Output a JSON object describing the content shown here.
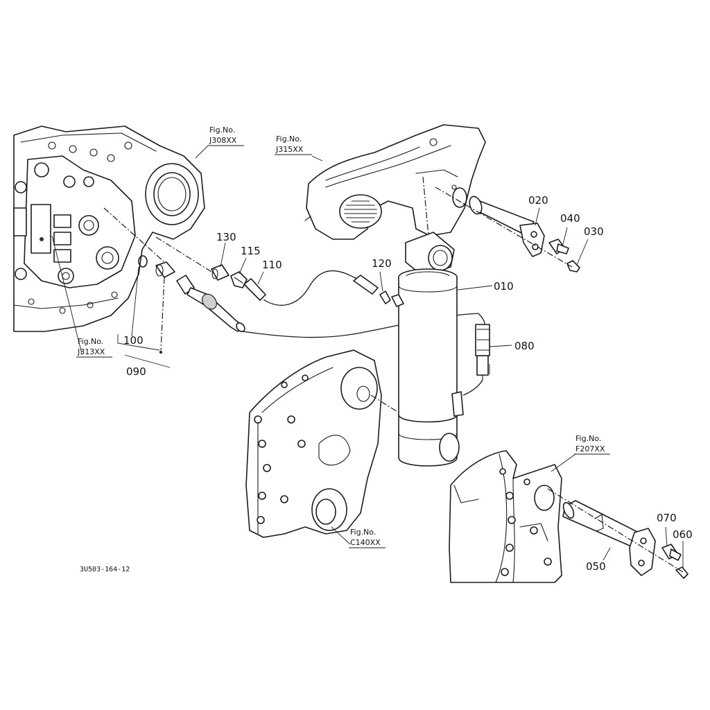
{
  "drawing_code": "3U503-164-12",
  "fig_refs": [
    {
      "id": "j308",
      "caption": "Fig.No.",
      "code": "J308XX"
    },
    {
      "id": "j315",
      "caption": "Fig.No.",
      "code": "J315XX"
    },
    {
      "id": "j313",
      "caption": "Fig.No.",
      "code": "J313XX"
    },
    {
      "id": "f207",
      "caption": "Fig.No.",
      "code": "F207XX"
    },
    {
      "id": "c140",
      "caption": "Fig.No.",
      "code": "C140XX"
    }
  ],
  "parts": [
    {
      "id": "p010",
      "number": "010"
    },
    {
      "id": "p020",
      "number": "020"
    },
    {
      "id": "p030",
      "number": "030"
    },
    {
      "id": "p040",
      "number": "040"
    },
    {
      "id": "p050",
      "number": "050"
    },
    {
      "id": "p060",
      "number": "060"
    },
    {
      "id": "p070",
      "number": "070"
    },
    {
      "id": "p080",
      "number": "080"
    },
    {
      "id": "p090",
      "number": "090"
    },
    {
      "id": "p100",
      "number": "100"
    },
    {
      "id": "p110",
      "number": "110"
    },
    {
      "id": "p115",
      "number": "115"
    },
    {
      "id": "p120",
      "number": "120"
    },
    {
      "id": "p130",
      "number": "130"
    }
  ]
}
